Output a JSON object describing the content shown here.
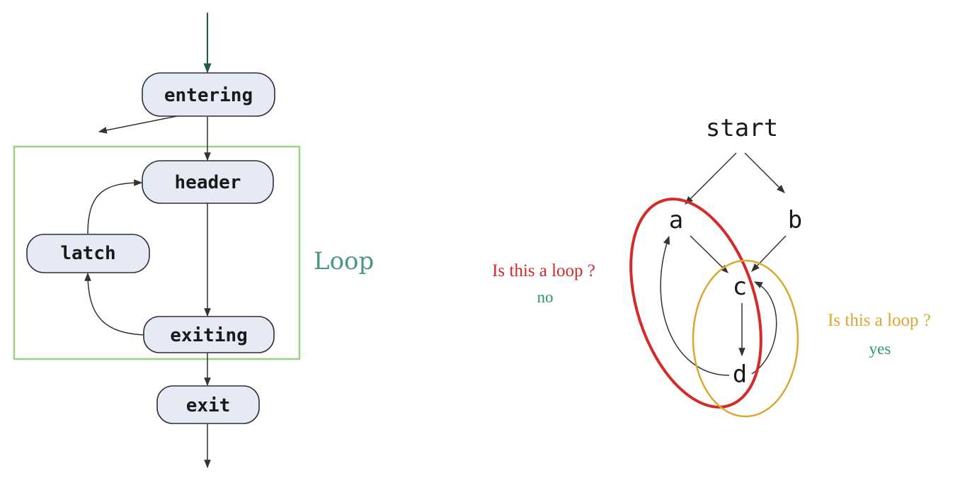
{
  "cfg": {
    "nodes": {
      "entering": "entering",
      "header": "header",
      "latch": "latch",
      "exiting": "exiting",
      "exit": "exit"
    },
    "loop_label": "Loop",
    "loop_box_color": "#9ccf87",
    "loop_label_color": "#4a9a7a"
  },
  "graph": {
    "nodes": {
      "start": "start",
      "a": "a",
      "b": "b",
      "c": "c",
      "d": "d"
    },
    "red_question": "Is this a loop ?",
    "red_answer": "no",
    "yellow_question": "Is this a loop ?",
    "yellow_answer": "yes",
    "red_color": "#d42a2a",
    "yellow_color": "#d9a830",
    "answer_color": "#2a9a6a"
  }
}
